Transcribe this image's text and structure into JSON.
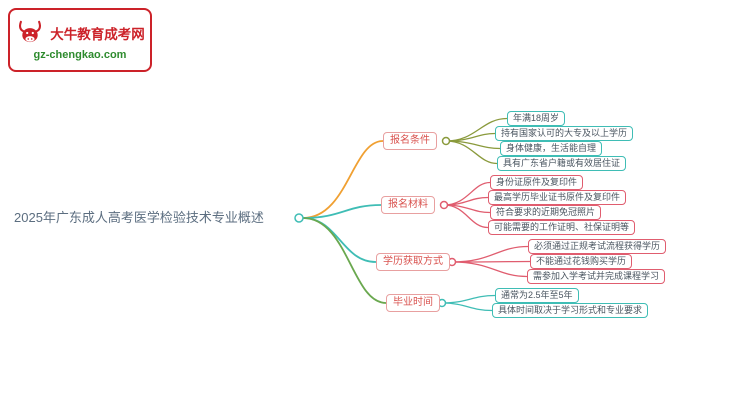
{
  "logo": {
    "title": "大牛教育成考网",
    "url": "gz-chengkao.com"
  },
  "root": {
    "label": "2025年广东成人高考医学检验技术专业概述"
  },
  "branches": [
    {
      "label": "报名条件",
      "children": [
        "年满18周岁",
        "持有国家认可的大专及以上学历",
        "身体健康，生活能自理",
        "具有广东省户籍或有效居住证"
      ]
    },
    {
      "label": "报名材料",
      "children": [
        "身份证原件及复印件",
        "最高学历毕业证书原件及复印件",
        "符合要求的近期免冠照片",
        "可能需要的工作证明、社保证明等"
      ]
    },
    {
      "label": "学历获取方式",
      "children": [
        "必须通过正规考试流程获得学历",
        "不能通过花钱购买学历",
        "需参加入学考试并完成课程学习"
      ]
    },
    {
      "label": "毕业时间",
      "children": [
        "通常为2.5年至5年",
        "具体时间取决于学习形式和专业要求"
      ]
    }
  ],
  "colors": {
    "brand": "#cc2229",
    "urlgreen": "#2e8b2e",
    "orange": "#f0a032",
    "teal": "#3fbdb5",
    "green": "#6aa84f",
    "olive": "#8a9a3c",
    "red": "#e05d6f"
  }
}
